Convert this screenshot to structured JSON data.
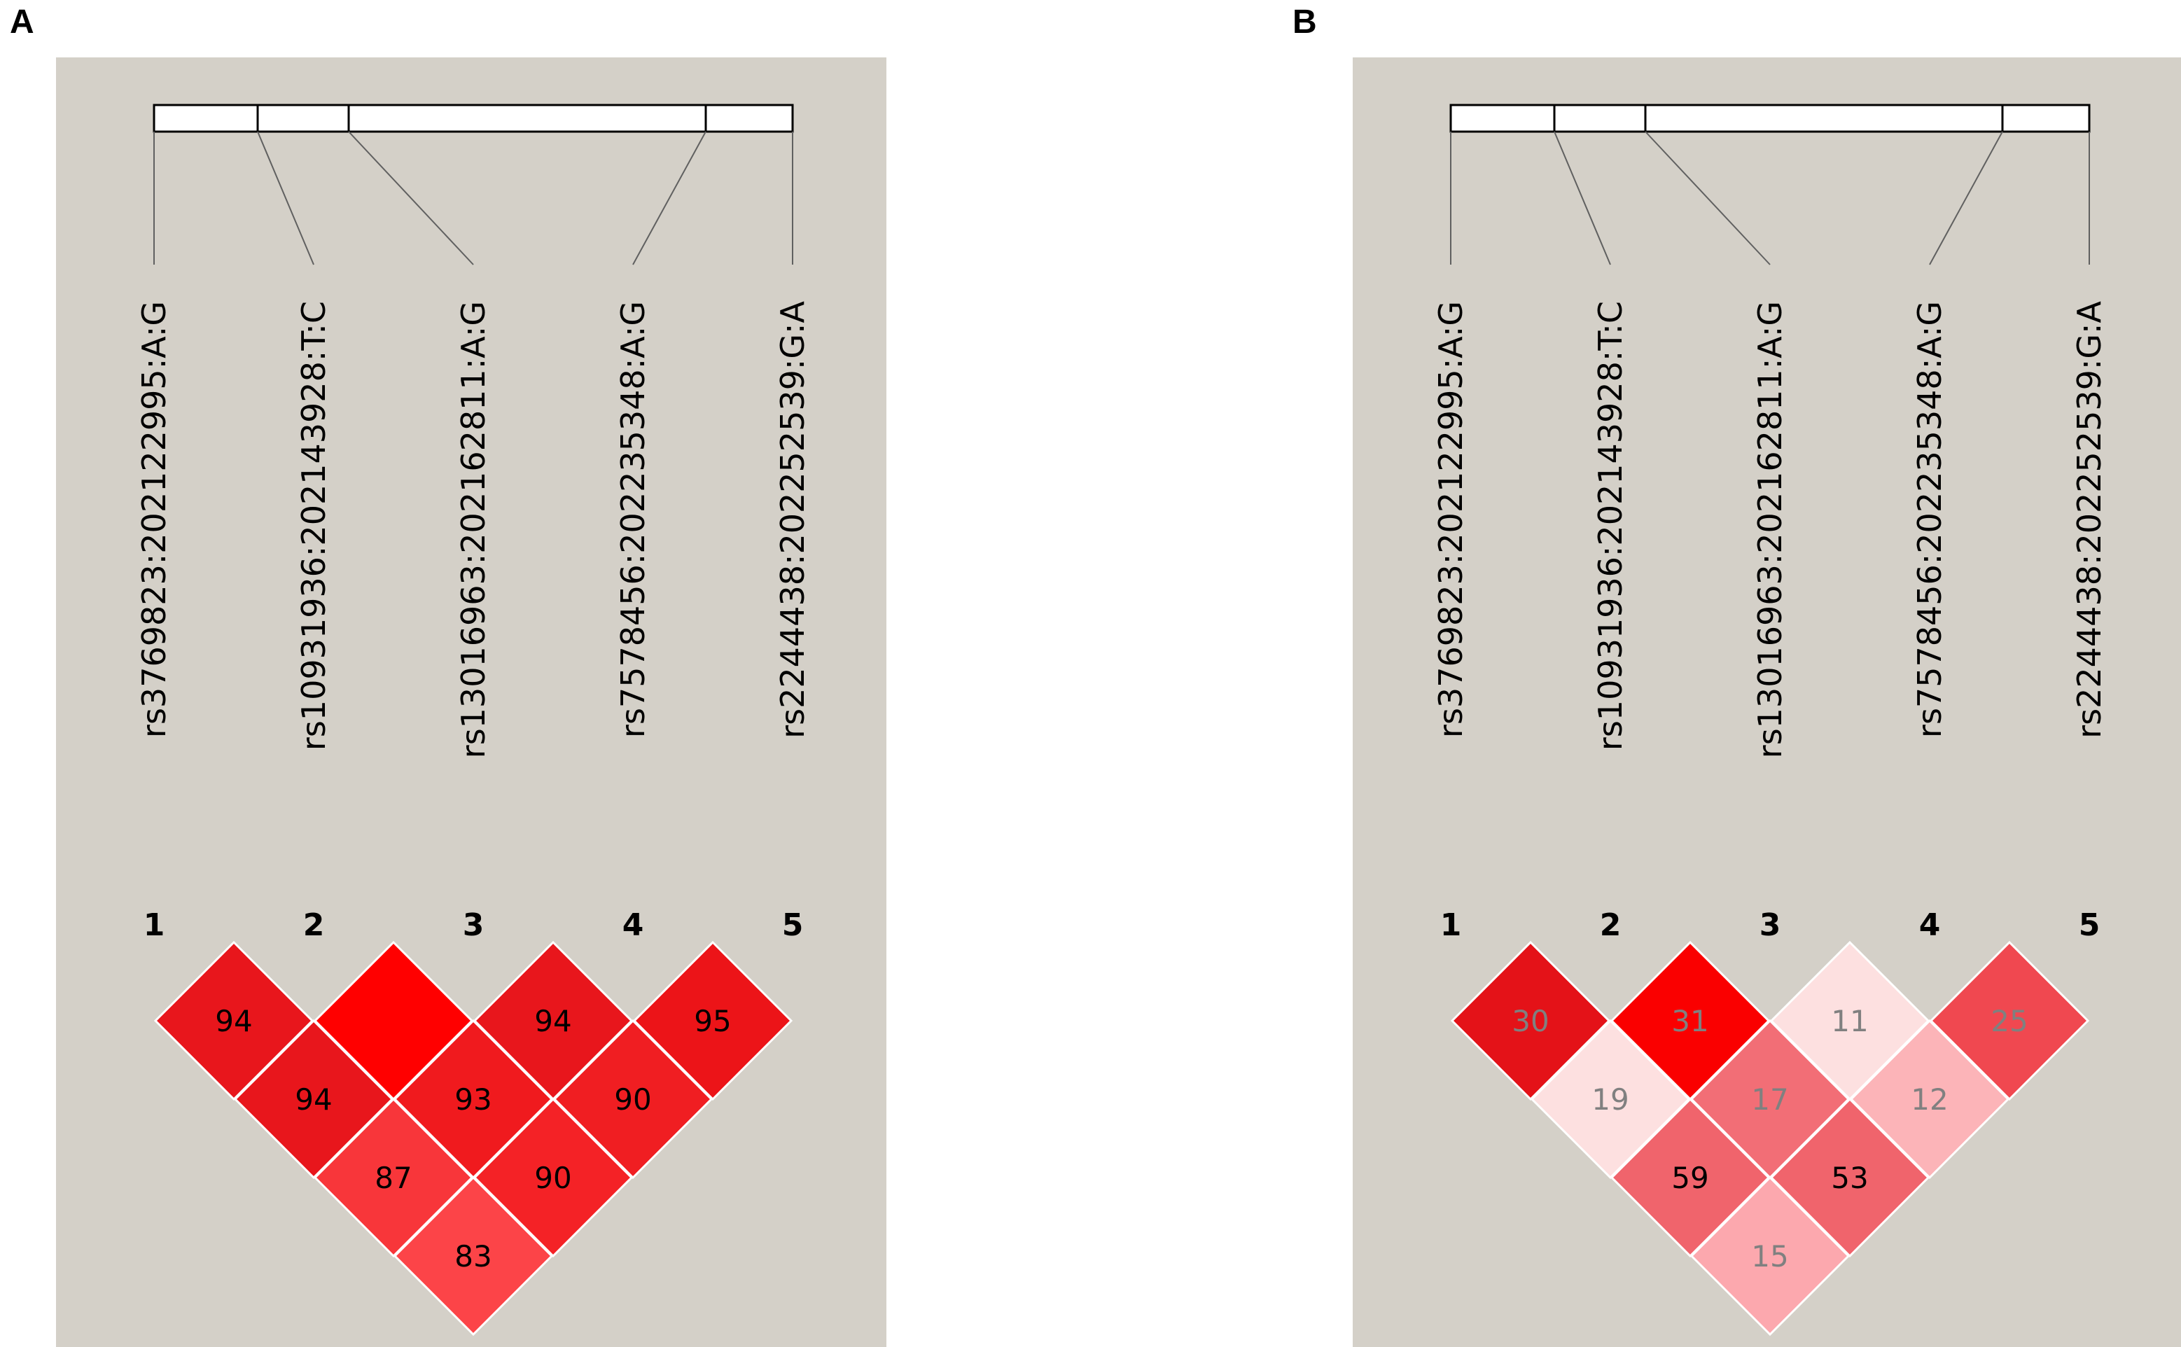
{
  "panels": [
    {
      "letter": "A",
      "snps": [
        "rs3769823:202122995:A:G",
        "rs10931936:202143928:T:C",
        "rs13016963:202162811:A:G",
        "rs7578456:202235348:A:G",
        "rs2244438:202252539:G:A"
      ],
      "indices": [
        "1",
        "2",
        "3",
        "4",
        "5"
      ],
      "cells": [
        {
          "i": 1,
          "j": 2,
          "label": "94",
          "color": "#e8161c",
          "text_color": "#000000"
        },
        {
          "i": 2,
          "j": 3,
          "label": "",
          "color": "#ff0000",
          "text_color": "#000000"
        },
        {
          "i": 3,
          "j": 4,
          "label": "94",
          "color": "#e8161c",
          "text_color": "#000000"
        },
        {
          "i": 4,
          "j": 5,
          "label": "95",
          "color": "#ec1418",
          "text_color": "#000000"
        },
        {
          "i": 1,
          "j": 3,
          "label": "94",
          "color": "#e8161c",
          "text_color": "#000000"
        },
        {
          "i": 2,
          "j": 4,
          "label": "93",
          "color": "#f01a1e",
          "text_color": "#000000"
        },
        {
          "i": 3,
          "j": 5,
          "label": "90",
          "color": "#f01e22",
          "text_color": "#000000"
        },
        {
          "i": 1,
          "j": 4,
          "label": "87",
          "color": "#f8363a",
          "text_color": "#000000"
        },
        {
          "i": 2,
          "j": 5,
          "label": "90",
          "color": "#f42226",
          "text_color": "#000000"
        },
        {
          "i": 1,
          "j": 5,
          "label": "83",
          "color": "#fc4448",
          "text_color": "#000000"
        }
      ]
    },
    {
      "letter": "B",
      "snps": [
        "rs3769823:202122995:A:G",
        "rs10931936:202143928:T:C",
        "rs13016963:202162811:A:G",
        "rs7578456:202235348:A:G",
        "rs2244438:202252539:G:A"
      ],
      "indices": [
        "1",
        "2",
        "3",
        "4",
        "5"
      ],
      "cells": [
        {
          "i": 1,
          "j": 2,
          "label": "30",
          "color": "#e41218",
          "text_color": "#808080"
        },
        {
          "i": 2,
          "j": 3,
          "label": "31",
          "color": "#fa0000",
          "text_color": "#808080"
        },
        {
          "i": 3,
          "j": 4,
          "label": "11",
          "color": "#fde0e0",
          "text_color": "#808080"
        },
        {
          "i": 4,
          "j": 5,
          "label": "25",
          "color": "#f04850",
          "text_color": "#808080"
        },
        {
          "i": 1,
          "j": 3,
          "label": "19",
          "color": "#fde0e0",
          "text_color": "#808080"
        },
        {
          "i": 2,
          "j": 4,
          "label": "17",
          "color": "#f26e76",
          "text_color": "#808080"
        },
        {
          "i": 3,
          "j": 5,
          "label": "12",
          "color": "#fcb4b8",
          "text_color": "#808080"
        },
        {
          "i": 1,
          "j": 4,
          "label": "59",
          "color": "#f0646c",
          "text_color": "#000000"
        },
        {
          "i": 2,
          "j": 5,
          "label": "53",
          "color": "#f0646c",
          "text_color": "#000000"
        },
        {
          "i": 1,
          "j": 5,
          "label": "15",
          "color": "#fca8ae",
          "text_color": "#808080"
        }
      ]
    }
  ]
}
